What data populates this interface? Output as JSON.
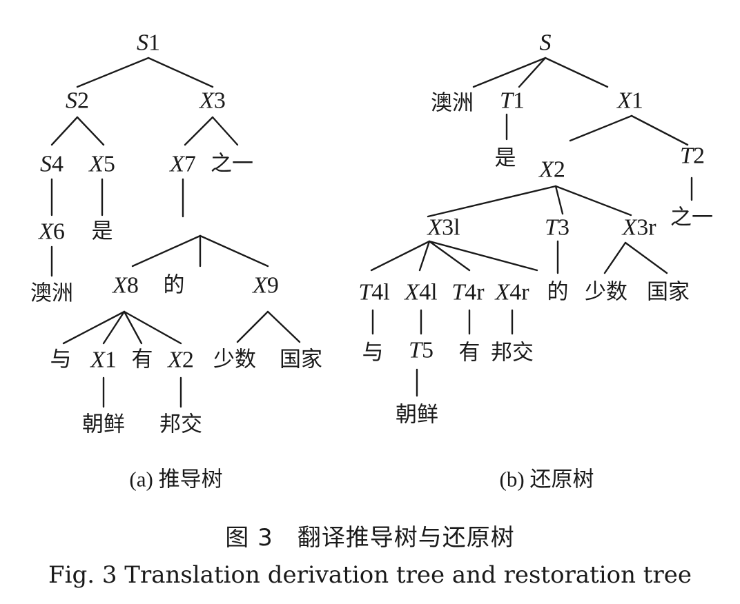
{
  "tree_a": {
    "nodes": {
      "S1": {
        "v": "S",
        "n": "1"
      },
      "S2": {
        "v": "S",
        "n": "2"
      },
      "X3": {
        "v": "X",
        "n": "3"
      },
      "S4": {
        "v": "S",
        "n": "4"
      },
      "X5": {
        "v": "X",
        "n": "5"
      },
      "X7": {
        "v": "X",
        "n": "7"
      },
      "zhiyi": {
        "t": "之一"
      },
      "X6": {
        "v": "X",
        "n": "6"
      },
      "shi": {
        "t": "是"
      },
      "aozhou": {
        "t": "澳洲"
      },
      "X8": {
        "v": "X",
        "n": "8"
      },
      "de": {
        "t": "的"
      },
      "X9": {
        "v": "X",
        "n": "9"
      },
      "yu": {
        "t": "与"
      },
      "X1": {
        "v": "X",
        "n": "1"
      },
      "you": {
        "t": "有"
      },
      "X2": {
        "v": "X",
        "n": "2"
      },
      "shaoshu": {
        "t": "少数"
      },
      "guojia": {
        "t": "国家"
      },
      "chaoxian": {
        "t": "朝鲜"
      },
      "bangjiao": {
        "t": "邦交"
      }
    },
    "caption": "(a) 推导树"
  },
  "tree_b": {
    "nodes": {
      "S": {
        "v": "S",
        "n": ""
      },
      "aozhou": {
        "t": "澳洲"
      },
      "T1": {
        "v": "T",
        "n": "1"
      },
      "X1": {
        "v": "X",
        "n": "1"
      },
      "shi": {
        "t": "是"
      },
      "X2": {
        "v": "X",
        "n": "2"
      },
      "T2": {
        "v": "T",
        "n": "2"
      },
      "zhiyi": {
        "t": "之一"
      },
      "X3l": {
        "v": "X",
        "n": "3l"
      },
      "T3": {
        "v": "T",
        "n": "3"
      },
      "X3r": {
        "v": "X",
        "n": "3r"
      },
      "T4l": {
        "v": "T",
        "n": "4l"
      },
      "X4l": {
        "v": "X",
        "n": "4l"
      },
      "T4r": {
        "v": "T",
        "n": "4r"
      },
      "X4r": {
        "v": "X",
        "n": "4r"
      },
      "de": {
        "t": "的"
      },
      "shaoshu": {
        "t": "少数"
      },
      "guojia": {
        "t": "国家"
      },
      "yu": {
        "t": "与"
      },
      "T5": {
        "v": "T",
        "n": "5"
      },
      "you": {
        "t": "有"
      },
      "bangjiao": {
        "t": "邦交"
      },
      "chaoxian": {
        "t": "朝鲜"
      }
    },
    "caption": "(b) 还原树"
  },
  "figure": {
    "caption_cn": "图 3　翻译推导树与还原树",
    "caption_en": "Fig. 3  Translation derivation tree and restoration tree"
  }
}
